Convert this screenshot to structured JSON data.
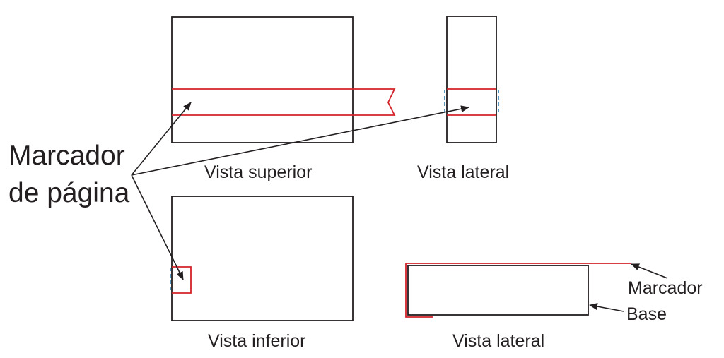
{
  "labels": {
    "main_line1": "Marcador",
    "main_line2": "de página",
    "top_view": "Vista superior",
    "side_view_top": "Vista lateral",
    "bottom_view": "Vista inferior",
    "side_view_bottom": "Vista lateral",
    "bookmark": "Marcador",
    "base": "Base"
  },
  "colors": {
    "outline": "#231f20",
    "bookmark": "#d2232a",
    "hidden_edge": "#2f7fb0"
  }
}
